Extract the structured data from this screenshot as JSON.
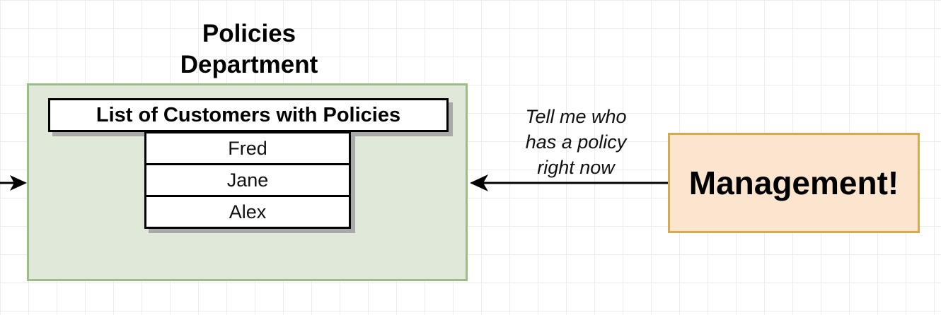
{
  "department": {
    "title": "Policies\nDepartment"
  },
  "customer_list": {
    "header": "List of Customers with Policies",
    "items": [
      "Fred",
      "Jane",
      "Alex"
    ]
  },
  "management": {
    "label": "Management!"
  },
  "request": {
    "text": "Tell me who\nhas a policy\nright now"
  },
  "colors": {
    "department_fill": "#dfe8d9",
    "department_border": "#9cbe86",
    "management_fill": "#fbe5cf",
    "management_border": "#d4aa52"
  }
}
